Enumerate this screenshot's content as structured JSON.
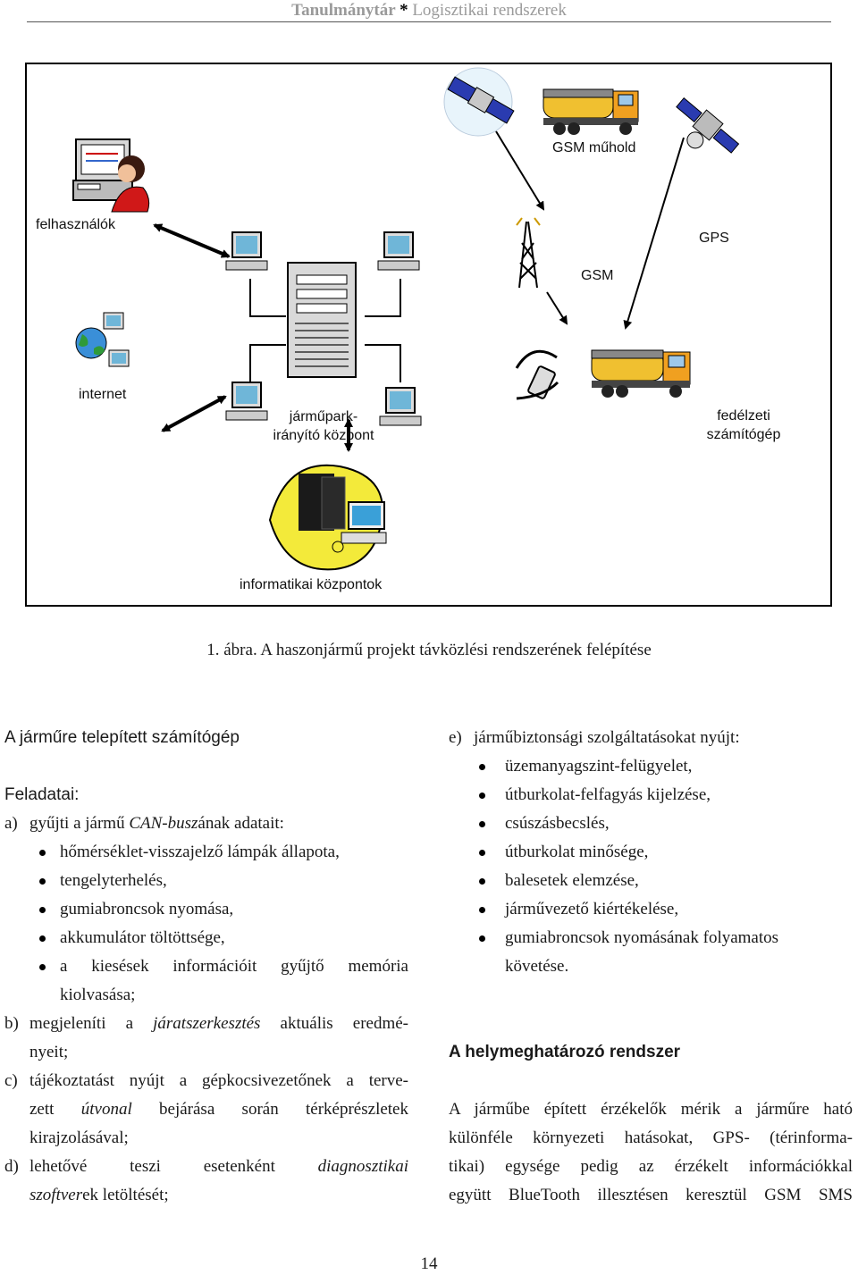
{
  "header": {
    "part1": "Tanulmánytár",
    "star": "*",
    "part2": "Logisztikai rendszerek"
  },
  "figure": {
    "labels": {
      "felhasznalok": "felhasználók",
      "gsm_muhold": "GSM műhold",
      "gps": "GPS",
      "gsm": "GSM",
      "internet": "internet",
      "kozpont_line1": "járműpark-",
      "kozpont_line2": "irányító központ",
      "fedelzeti_line1": "fedélzeti",
      "fedelzeti_line2": "számítógép",
      "informatikai": "informatikai központok"
    },
    "caption": "1. ábra. A haszonjármű projekt távközlési rendszerének felépítése"
  },
  "left": {
    "title": "A járműre telepített számítógép",
    "feladatai": "Feladatai:",
    "a_tag": "a)",
    "a_pre": "gyűjti a jármű ",
    "a_em": "CAN-busz",
    "a_post": "ának adatait:",
    "a_bullets": [
      "hőmérséklet-visszajelző lámpák állapota,",
      "tengelyterhelés,",
      "gumiabroncsok nyomása,",
      "akkumulátor töltöttsége,"
    ],
    "a_last_line1": "a kiesések információit gyűjtő memória",
    "a_last_line2": "kiolvasása;",
    "b_tag": "b)",
    "b_pre": "megjeleníti a ",
    "b_em": "járatszerkesztés",
    "b_post": " aktuális eredmé-",
    "b_line2": "nyeit;",
    "c_tag": "c)",
    "c_line1": "tájékoztatást nyújt a gépkocsivezetőnek a terve-",
    "c_pre": "zett ",
    "c_em": "útvonal",
    "c_post": " bejárása során térképrészletek",
    "c_line3": "kirajzolásával;",
    "d_tag": "d)",
    "d_pre": "lehetővé teszi esetenként ",
    "d_em": "diagnosztikai",
    "d_em2": "szoftver",
    "d_post": "ek letöltését;"
  },
  "right": {
    "e_tag": "e)",
    "e_text": "járműbiztonsági szolgáltatásokat nyújt:",
    "e_bullets": [
      "üzemanyagszint-felügyelet,",
      "útburkolat-felfagyás kijelzése,",
      "csúszásbecslés,",
      "útburkolat minősége,",
      "balesetek elemzése,",
      "járművezető kiértékelése,",
      "gumiabroncsok nyomásának folyamatos"
    ],
    "e_last": "követése.",
    "title2": "A helymeghatározó rendszer",
    "para_lines": [
      "A járműbe épített érzékelők mérik a járműre ható",
      "különféle környezeti hatásokat, GPS- (térinforma-",
      "tikai) egysége pedig az érzékelt információkkal",
      "együtt BlueTooth illesztésen keresztül GSM SMS"
    ]
  },
  "page_number": "14"
}
